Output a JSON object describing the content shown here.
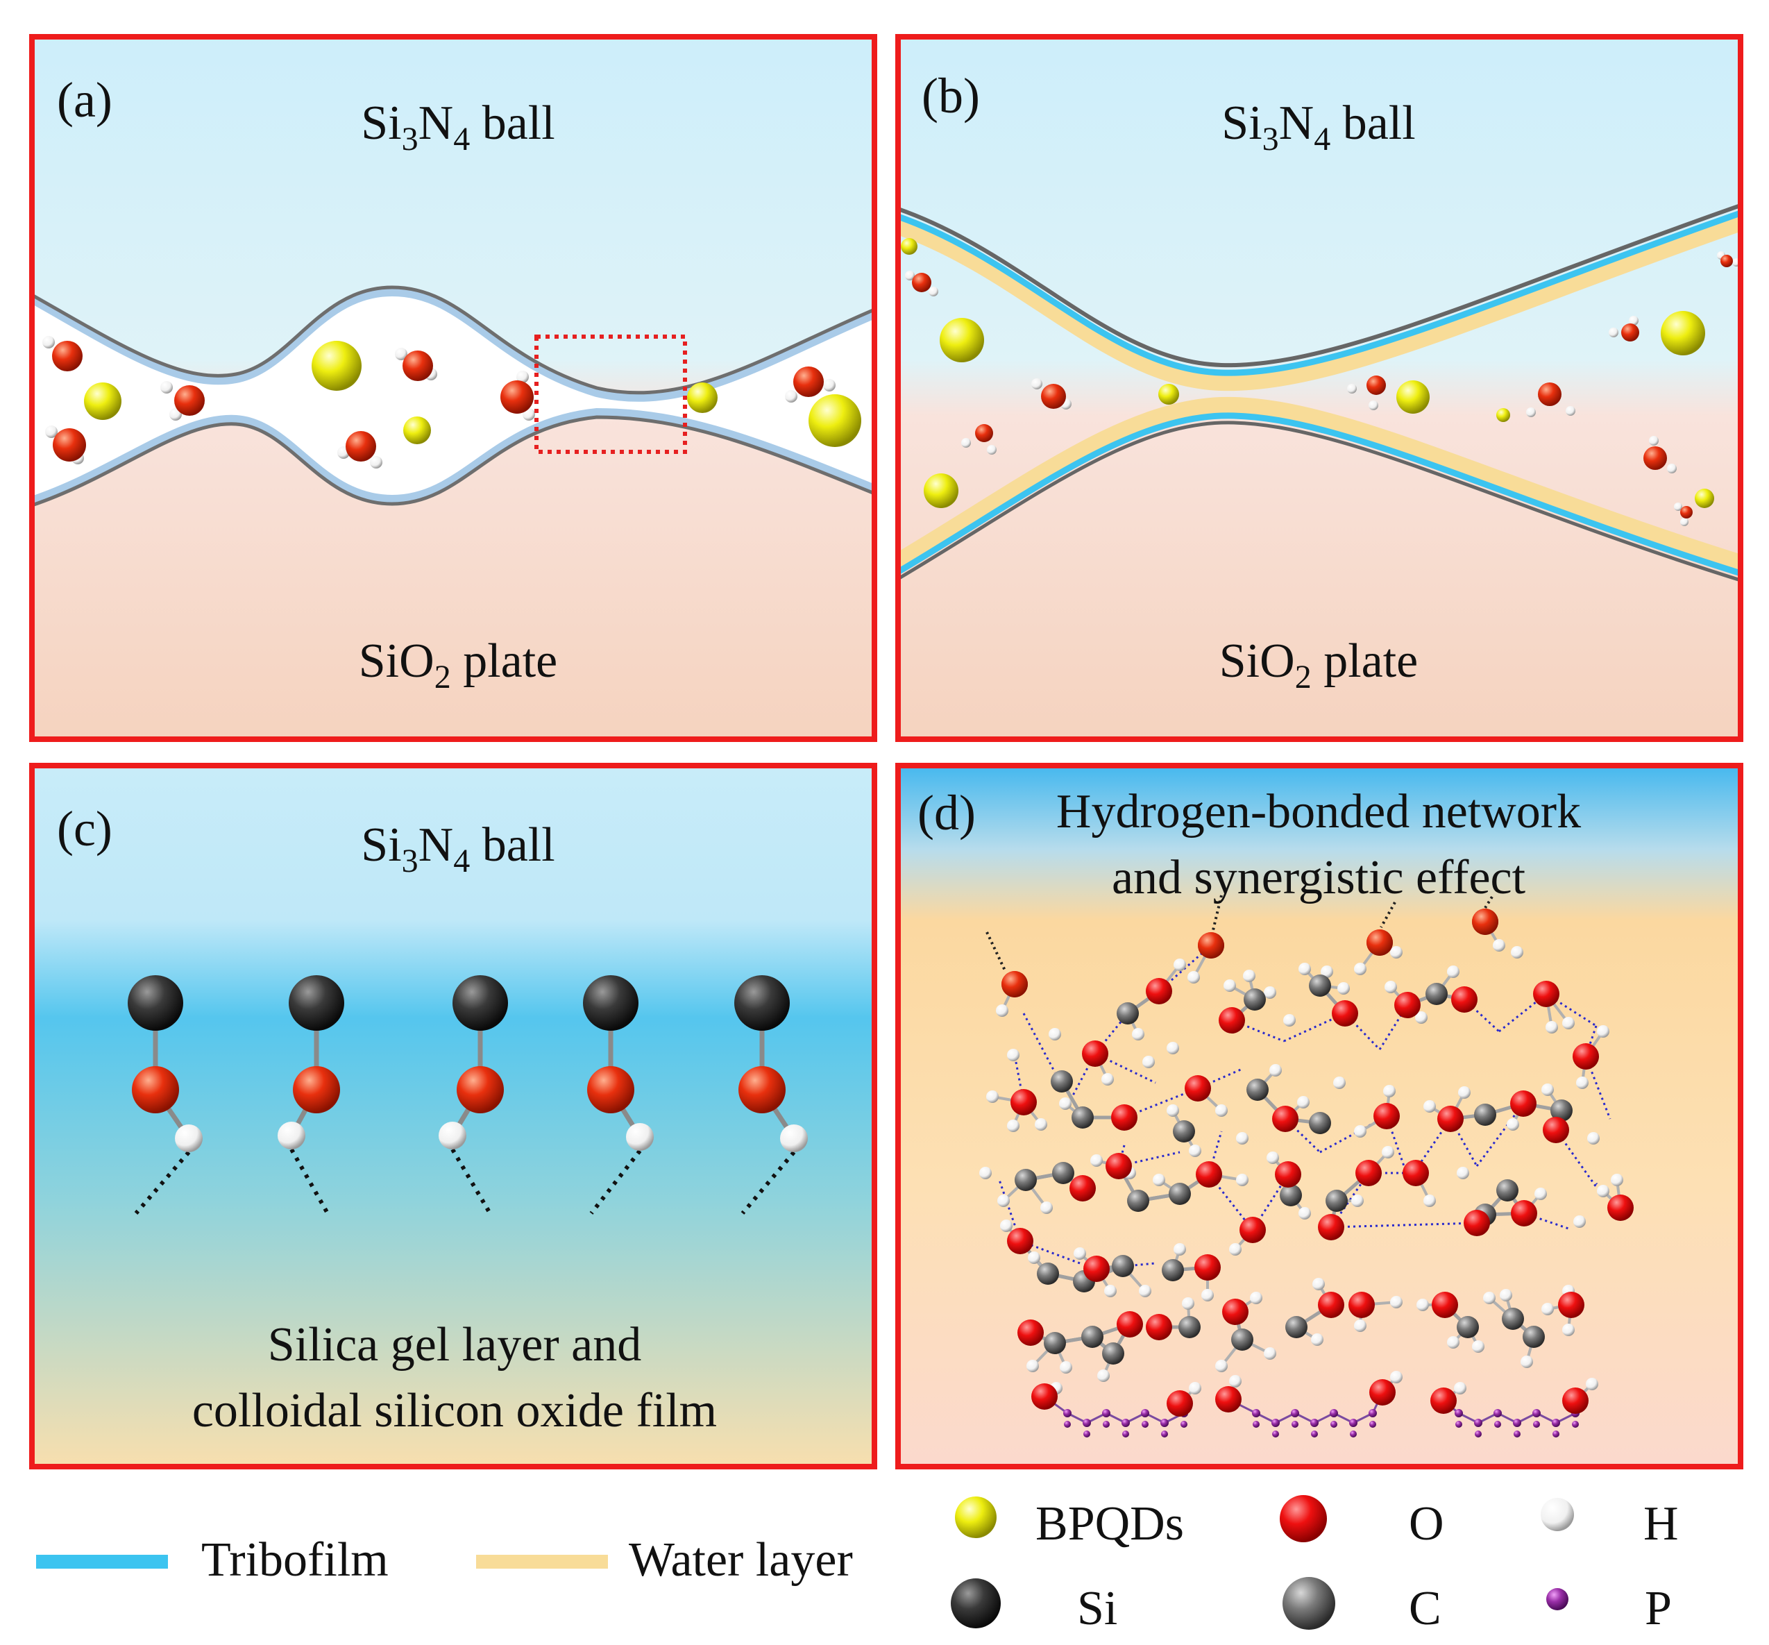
{
  "panels": {
    "a": {
      "letter": "(a)",
      "top_label": {
        "main": "Si",
        "sub1": "3",
        "mid": "N",
        "sub2": "4",
        "rest": " ball"
      },
      "bottom_label": {
        "main": "SiO",
        "sub": "2",
        "rest": " plate"
      }
    },
    "b": {
      "letter": "(b)",
      "top_label": {
        "main": "Si",
        "sub1": "3",
        "mid": "N",
        "sub2": "4",
        "rest": " ball"
      },
      "bottom_label": {
        "main": "SiO",
        "sub": "2",
        "rest": " plate"
      }
    },
    "c": {
      "letter": "(c)",
      "top_label": {
        "main": "Si",
        "sub1": "3",
        "mid": "N",
        "sub2": "4",
        "rest": " ball"
      },
      "caption_line1": "Silica gel layer and",
      "caption_line2": "colloidal silicon oxide film"
    },
    "d": {
      "letter": "(d)",
      "title_line1": "Hydrogen-bonded network",
      "title_line2": "and synergistic effect"
    }
  },
  "legend": {
    "tribofilm": "Tribofilm",
    "water_layer": "Water layer",
    "bpqds": "BPQDs",
    "o": "O",
    "h": "H",
    "si": "Si",
    "c": "C",
    "p": "P"
  },
  "colors": {
    "panel_border": "#ee1c1c",
    "tribofilm": "#3cc4f0",
    "water_layer": "#f8dc98",
    "bpqd": "#e6e600",
    "oxygen": "#e8280e",
    "hydrogen": "#ffffff",
    "silicon": "#3a3a3a",
    "carbon": "#7a7a7a",
    "phosphorus": "#9a2fa8"
  }
}
